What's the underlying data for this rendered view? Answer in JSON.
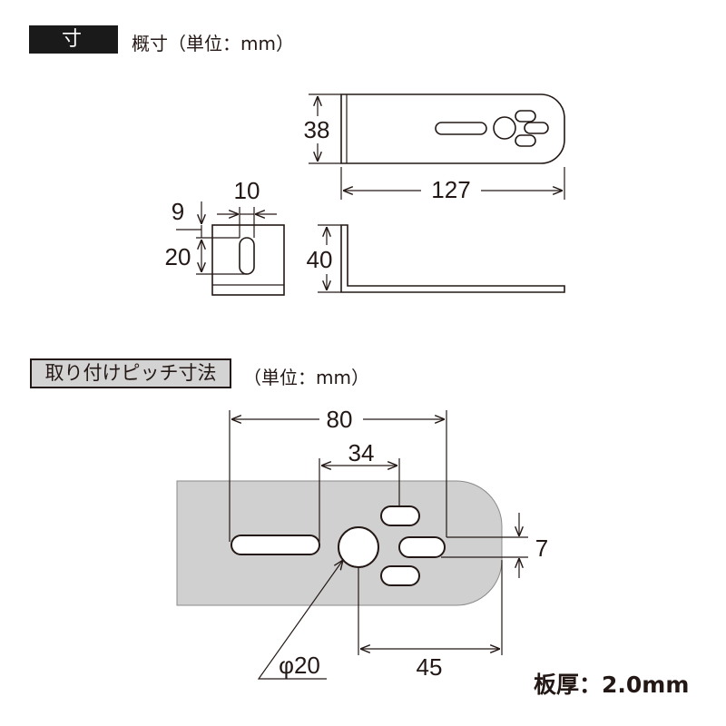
{
  "section1": {
    "title": "寸 法",
    "subtitle": "概寸（単位：mm）"
  },
  "section2": {
    "title": "取り付けピッチ寸法",
    "subtitle": "（単位：mm）"
  },
  "dimensions_top": {
    "height": "38",
    "length": "127",
    "side_height": "40",
    "slot_width": "10",
    "slot_offset": "9",
    "slot_length": "20"
  },
  "dimensions_pitch": {
    "pitch_80": "80",
    "pitch_34": "34",
    "slot_7": "7",
    "edge_45": "45",
    "hole_dia": "φ20"
  },
  "thickness": "板厚：2.0mm",
  "colors": {
    "plate_fill": "#d0d0d0",
    "line": "#231815"
  }
}
